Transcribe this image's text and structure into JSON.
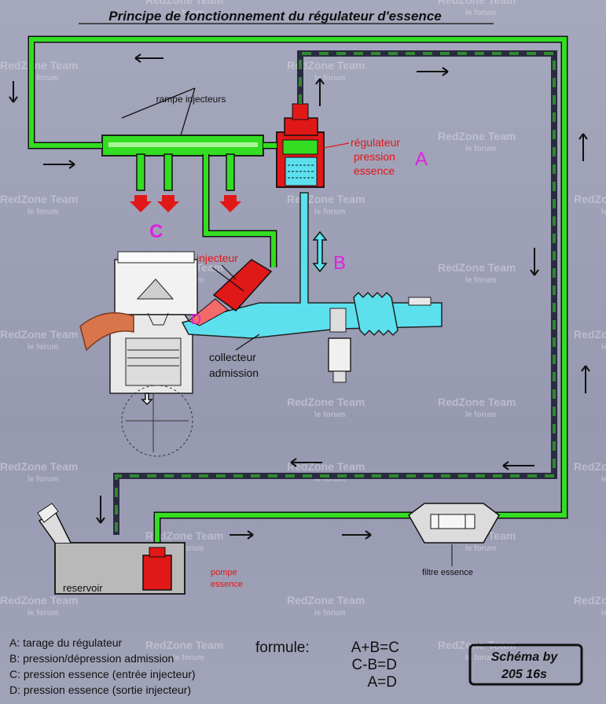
{
  "title": "Principe de fonctionnement du régulateur d'essence",
  "labels": {
    "rampe": "rampe injecteurs",
    "regulateur": [
      "régulateur",
      "pression",
      "essence"
    ],
    "a": "A",
    "b": "B",
    "c": "C",
    "d": "D",
    "injecteur": "injecteur",
    "collecteur": [
      "collecteur",
      "admission"
    ],
    "pompe": [
      "pompe",
      "essence"
    ],
    "reservoir": "reservoir",
    "filtre": "filtre essence"
  },
  "watermark": {
    "title": "RedZone Team",
    "sub": "le forum"
  },
  "legend": [
    "A: tarage du régulateur",
    "B: pression/dépression admission",
    "C: pression essence (entrée injecteur)",
    "D: pression essence (sortie injecteur)"
  ],
  "formula": {
    "label": "formule:",
    "lines": [
      "A+B=C",
      "C-B=D",
      "A=D"
    ]
  },
  "credit": [
    "Schéma by",
    "205 16s"
  ],
  "colors": {
    "fuel_line": "#33dd22",
    "return_line": "#2a2a40",
    "intake_air": "#5de0ee",
    "injector_red": "#e01818",
    "pipe_orange": "#d9754a"
  }
}
